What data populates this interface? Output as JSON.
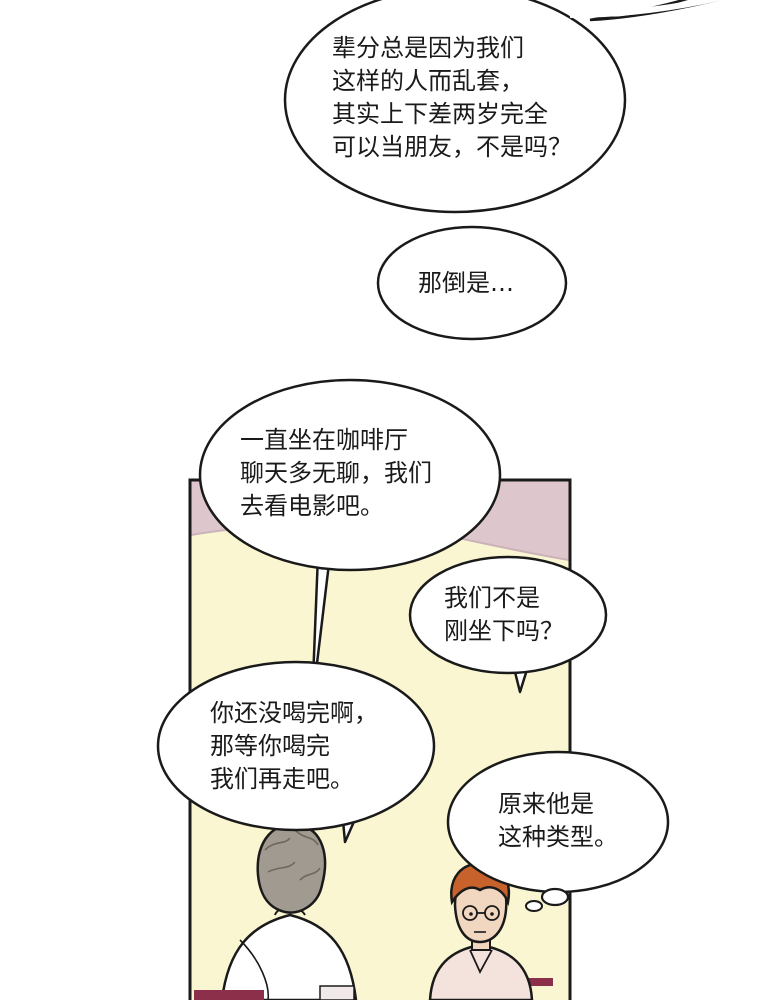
{
  "colors": {
    "panel_bg": "#fbf6d2",
    "panel_top": "#ddc7cc",
    "ink": "#1a1a1a",
    "bubble_fill": "#ffffff",
    "hair_left": "#a09a90",
    "hair_right": "#c8622c",
    "chair": "#8c2f4b"
  },
  "bubbles": {
    "b1": {
      "lines": [
        "辈分总是因为我们",
        "这样的人而乱套，",
        "其实上下差两岁完全",
        "可以当朋友，不是吗？"
      ]
    },
    "b2": {
      "lines": [
        "那倒是…"
      ]
    },
    "b3": {
      "lines": [
        "一直坐在咖啡厅",
        "聊天多无聊，我们",
        "去看电影吧。"
      ]
    },
    "b4": {
      "lines": [
        "我们不是",
        "刚坐下吗？"
      ]
    },
    "b5": {
      "lines": [
        "你还没喝完啊，",
        "那等你喝完",
        "我们再走吧。"
      ]
    },
    "b6": {
      "lines": [
        "原来他是",
        "这种类型。"
      ]
    }
  }
}
